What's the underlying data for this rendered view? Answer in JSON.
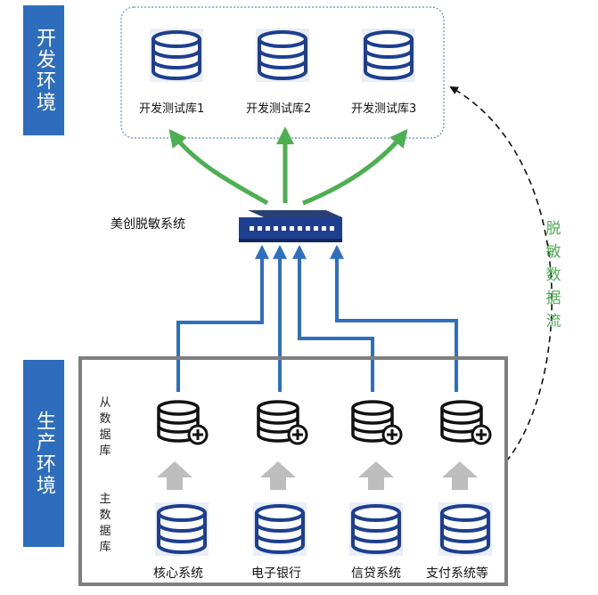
{
  "dev_env": {
    "label": "开发环境",
    "databases": [
      "开发测试库1",
      "开发测试库2",
      "开发测试库3"
    ]
  },
  "system": {
    "label": "美创脱敏系统"
  },
  "flow_label": "脱敏数据流",
  "prod_env": {
    "label": "生产环境",
    "slave_label": "从数据库",
    "master_label": "主数据库",
    "systems": [
      "核心系统",
      "电子银行",
      "信贷系统",
      "支付系统等"
    ]
  },
  "colors": {
    "env_label_bg": "#2e6dbb",
    "db_icon": "#1e3f8f",
    "slave_db_icon": "#111111",
    "blue_arrow": "#2f6fc0",
    "green_arrow": "#4caf50",
    "sync_arrow": "#bdbdbd",
    "frame": "#7f7f7f",
    "dev_box_border": "#5b8fd0"
  },
  "icons": {
    "database": "database-icon",
    "slave_database": "database-plus-icon",
    "appliance": "network-switch-icon"
  }
}
